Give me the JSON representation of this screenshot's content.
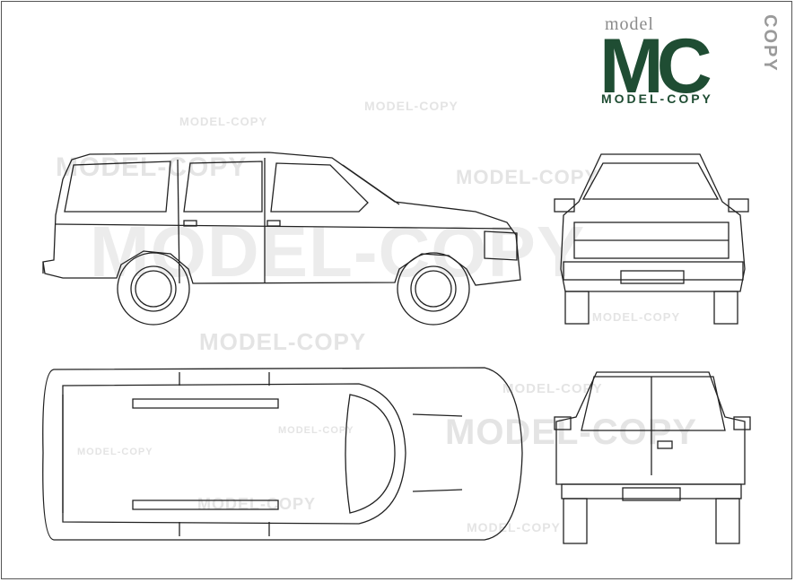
{
  "watermark": {
    "text": "MODEL-COPY",
    "big_text": "MODEL-COPY"
  },
  "logo": {
    "small_text": "model",
    "letters": "MC",
    "vertical_text": "COPY",
    "bottom_text": "MODEL-COPY",
    "color": "#1f4d33"
  }
}
